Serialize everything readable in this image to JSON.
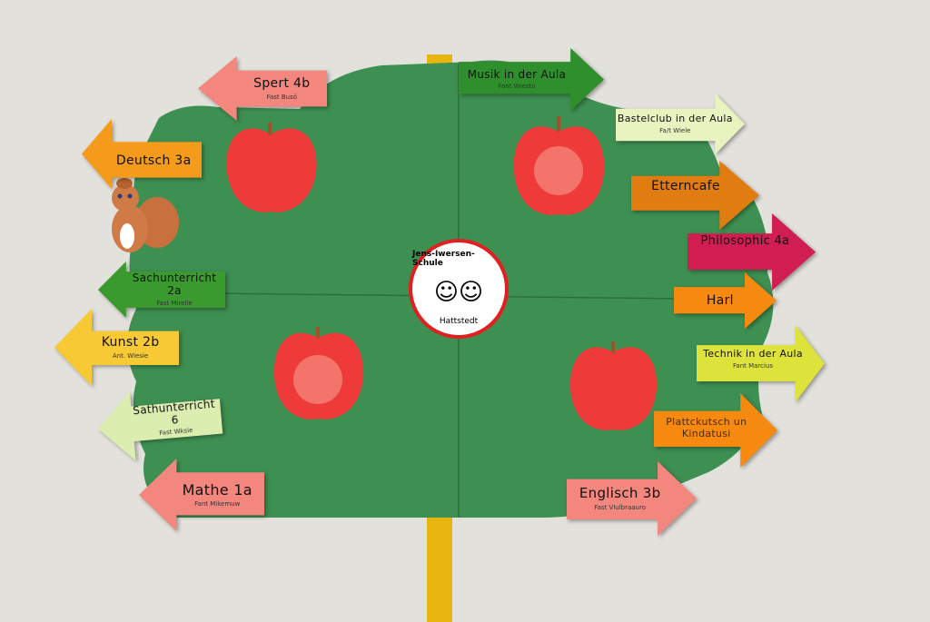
{
  "school_logo": {
    "name": "Jens-Iwersen-Schule",
    "place": "Hattstedt"
  },
  "arrows_left": [
    {
      "label": "Spert 4b",
      "sub": "Fast Busö",
      "color": "#f4877d"
    },
    {
      "label": "Deutsch 3a",
      "sub": "",
      "color": "#f59b1c"
    },
    {
      "label": "Sachunterricht 2a",
      "sub": "Fast Mirelle",
      "color": "#3a9a2e"
    },
    {
      "label": "Kunst 2b",
      "sub": "Ant. Wiesie",
      "color": "#f7c935"
    },
    {
      "label": "Sathunterricht 6",
      "sub": "Fast Wksie",
      "color": "#dcedb0"
    },
    {
      "label": "Mathe 1a",
      "sub": "Fant Mikemuw",
      "color": "#f4877d"
    }
  ],
  "arrows_right": [
    {
      "label": "Musik in der Aula",
      "sub": "Fant Wiesto",
      "color": "#2f8f2c"
    },
    {
      "label": "Bastelclub in der Aula",
      "sub": "Fa/t Wiele",
      "color": "#e9f3c0"
    },
    {
      "label": "Etterncafe",
      "sub": "",
      "color": "#e07c10"
    },
    {
      "label": "Philosophic 4a",
      "sub": "",
      "color": "#d01e52"
    },
    {
      "label": "Harl",
      "sub": "",
      "color": "#f68a10"
    },
    {
      "label": "Technik in der Aula",
      "sub": "Fant Marcius",
      "color": "#dde33a"
    },
    {
      "label": "Plattckutsch un Kindatusi",
      "sub": "",
      "color": "#f68a10"
    },
    {
      "label": "Englisch 3b",
      "sub": "Fast Vlulbraauro",
      "color": "#f4877d"
    }
  ],
  "colors": {
    "tree": "#3e8f52",
    "trunk": "#e8b410",
    "apple": "#ef3a3a",
    "wall": "#e3e1dc"
  }
}
